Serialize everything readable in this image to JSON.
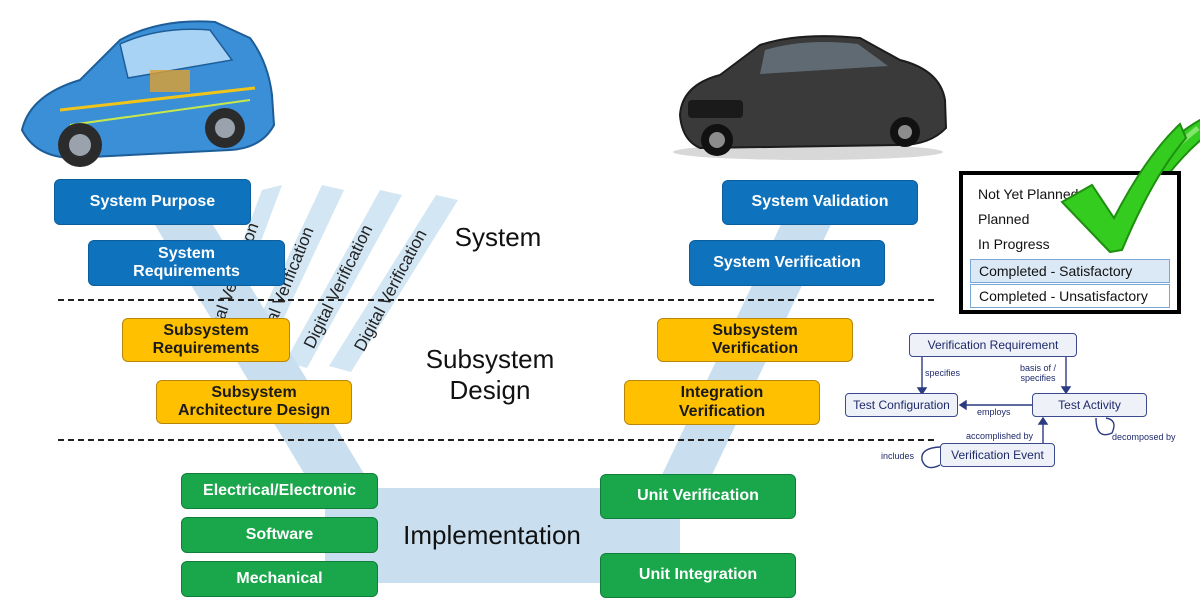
{
  "levels": {
    "system": "System",
    "subsystem": "Subsystem Design",
    "implementation": "Implementation"
  },
  "left_boxes": {
    "system_purpose": "System Purpose",
    "system_requirements": "System Requirements",
    "subsystem_requirements": "Subsystem Requirements",
    "subsystem_architecture": "Subsystem Architecture Design"
  },
  "right_boxes": {
    "system_validation": "System Validation",
    "system_verification": "System Verification",
    "subsystem_verification": "Subsystem Verification",
    "integration_verification": "Integration Verification",
    "unit_verification": "Unit Verification",
    "unit_integration": "Unit Integration"
  },
  "implementation_boxes": {
    "electrical": "Electrical/Electronic",
    "software": "Software",
    "mechanical": "Mechanical"
  },
  "digital_verification": {
    "band_1": "ital Verification",
    "band_2": "gital Verification",
    "band_3": "Digital Verification",
    "band_4": "Digital Verification"
  },
  "status_list": {
    "items": [
      "Not Yet Planned",
      "Planned",
      "In Progress",
      "Completed - Satisfactory",
      "Completed - Unsatisfactory"
    ],
    "selected_index": 3
  },
  "model": {
    "verification_requirement": "Verification Requirement",
    "test_configuration": "Test Configuration",
    "test_activity": "Test Activity",
    "verification_event": "Verification Event",
    "specifies": "specifies",
    "basis_of_specifies": "basis of / specifies",
    "employs": "employs",
    "accomplished_by": "accomplished by",
    "decomposed_by": "decomposed by",
    "includes": "includes"
  },
  "colors": {
    "blue": "#0f72bd",
    "yellow": "#ffc000",
    "green": "#1aa64b",
    "band": "#c9dff0",
    "check": "#33cc1f"
  },
  "icons": {
    "car_cutaway": "car-cutaway-illustration",
    "car_photo": "sedan-car-illustration",
    "check": "green-checkmark-icon"
  }
}
